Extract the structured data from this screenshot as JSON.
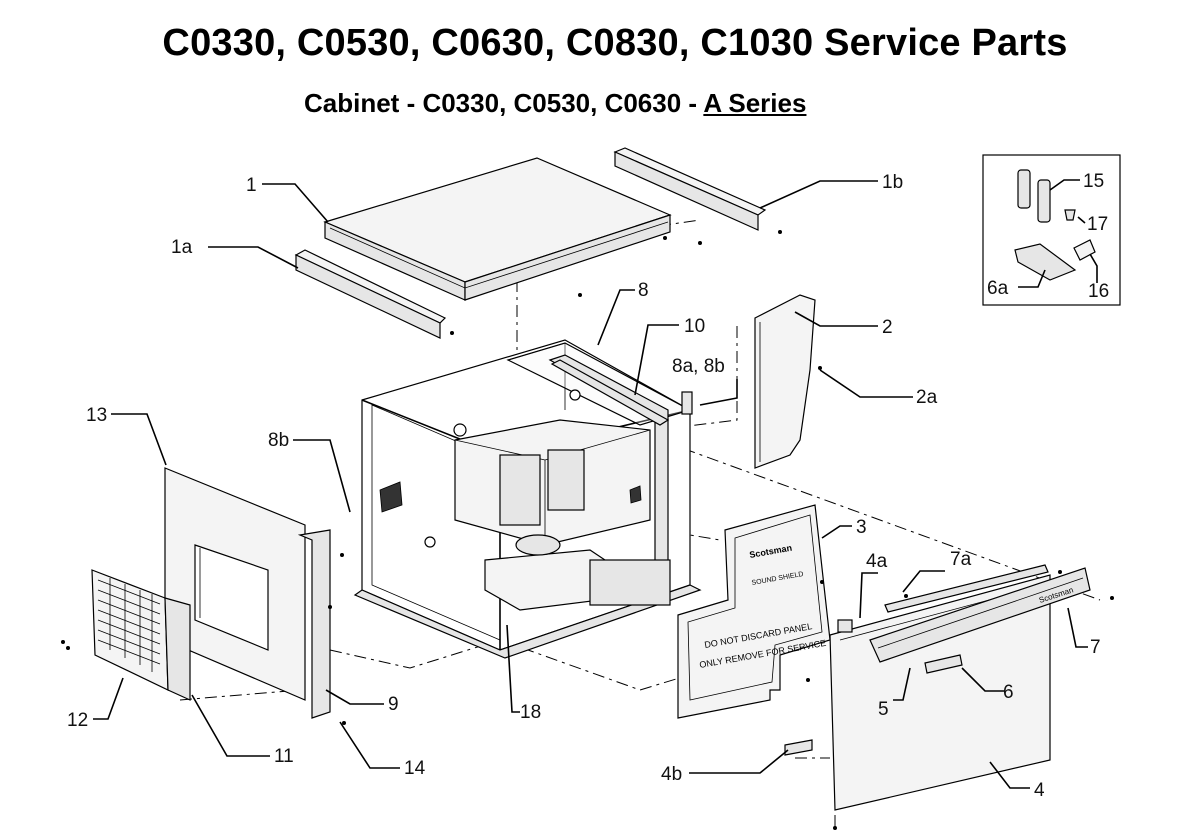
{
  "title": "C0330, C0530, C0630, C0830, C1030 Service Parts",
  "subtitle": {
    "prefix": "Cabinet - C0330, C0530, C0630 - ",
    "series": "A Series"
  },
  "panel_texts": {
    "brand": "Scotsman",
    "sound_shield": "SOUND SHIELD",
    "do_not_discard": "DO NOT DISCARD PANEL",
    "only_remove": "ONLY REMOVE FOR SERVICE",
    "door_brand": "Scotsman"
  },
  "callouts": {
    "c1": "1",
    "c1a": "1a",
    "c1b": "1b",
    "c2": "2",
    "c2a": "2a",
    "c3": "3",
    "c4": "4",
    "c4a": "4a",
    "c4b": "4b",
    "c5": "5",
    "c6": "6",
    "c6a": "6a",
    "c7": "7",
    "c7a": "7a",
    "c8": "8",
    "c8a8b": "8a, 8b",
    "c8b": "8b",
    "c9": "9",
    "c10": "10",
    "c11": "11",
    "c12": "12",
    "c13": "13",
    "c14": "14",
    "c15": "15",
    "c16": "16",
    "c17": "17",
    "c18": "18"
  }
}
